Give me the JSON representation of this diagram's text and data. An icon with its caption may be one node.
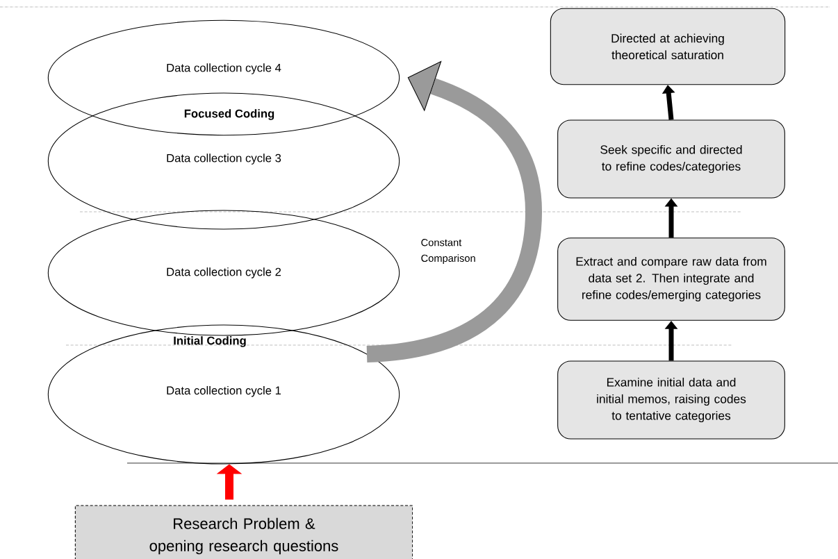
{
  "diagram": {
    "nodes": [
      {
        "text": [
          "Data collection cycle  4"
        ]
      },
      {
        "text": [
          "Data collection cycle 3"
        ]
      },
      {
        "text": [
          "Data collection cycle 2"
        ]
      },
      {
        "text": [
          "Data collection cycle 1"
        ]
      },
      {
        "text": [
          "Directed at achieving theoretical saturation"
        ]
      },
      {
        "text": [
          "Seek specific and directed to refine codes/categories"
        ]
      },
      {
        "text": [
          "Extract and compare raw data from data set 2. Then integrate and refine codes/emerging categories"
        ]
      },
      {
        "text": [
          "Examine initial data and initial memos, raising codes to tentative categories"
        ]
      },
      {
        "text": [
          "Research Problem & opening research questions"
        ]
      }
    ],
    "edges": [
      {
        "from": 7,
        "to": 6,
        "arrow": "to"
      },
      {
        "from": 6,
        "to": 5,
        "arrow": "to"
      },
      {
        "from": 5,
        "to": 4,
        "arrow": "to"
      },
      {
        "from": 8,
        "to": 3,
        "arrow": "to",
        "color": "#ff0000"
      },
      {
        "from": 3,
        "to": 0,
        "arrow": "to",
        "style": "thick",
        "color": "#9a9a9a",
        "label": "Constant Comparison"
      }
    ],
    "labels": [
      "Focused Coding",
      "Initial Coding"
    ]
  }
}
